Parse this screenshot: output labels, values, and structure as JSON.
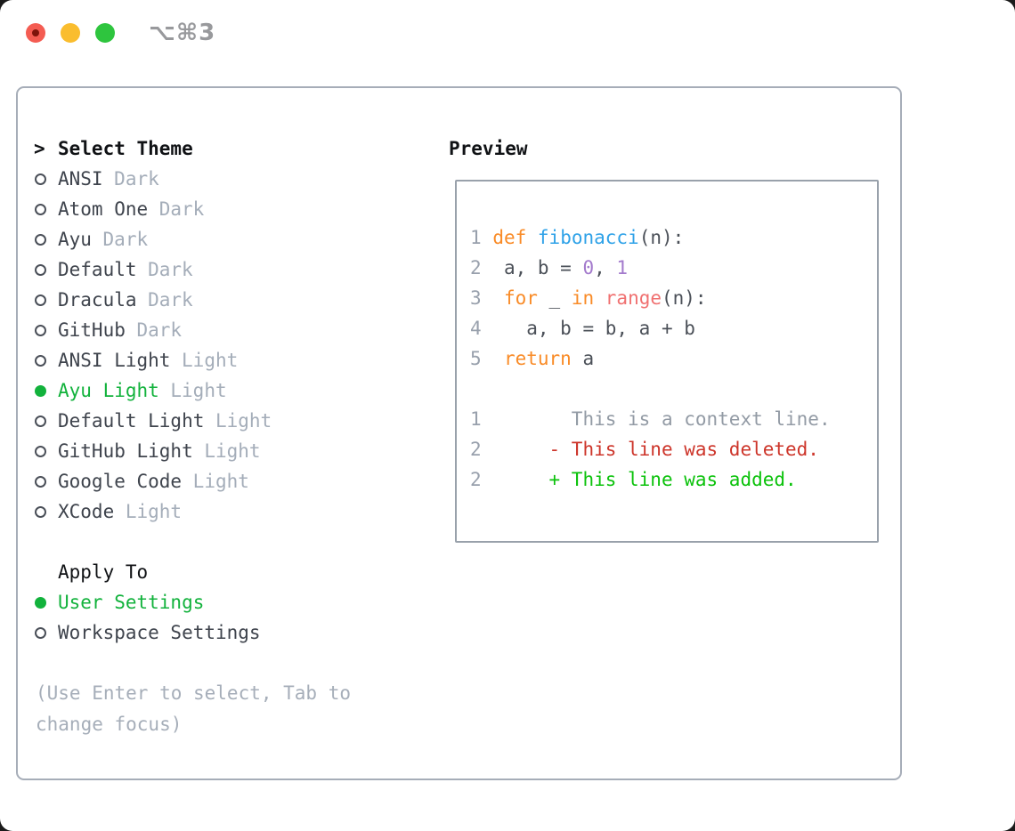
{
  "titlebar": {
    "shortcut": "⌥⌘3",
    "buttons": [
      "close",
      "minimize",
      "zoom"
    ]
  },
  "left_column": {
    "rows": [
      {
        "type": "title",
        "prefix": ">",
        "text": "Select Theme"
      },
      {
        "type": "theme",
        "name": "ANSI",
        "tag": "Dark",
        "selected": false
      },
      {
        "type": "theme",
        "name": "Atom One",
        "tag": "Dark",
        "selected": false
      },
      {
        "type": "theme",
        "name": "Ayu",
        "tag": "Dark",
        "selected": false
      },
      {
        "type": "theme",
        "name": "Default",
        "tag": "Dark",
        "selected": false
      },
      {
        "type": "theme",
        "name": "Dracula",
        "tag": "Dark",
        "selected": false
      },
      {
        "type": "theme",
        "name": "GitHub",
        "tag": "Dark",
        "selected": false
      },
      {
        "type": "theme",
        "name": "ANSI Light",
        "tag": "Light",
        "selected": false
      },
      {
        "type": "theme",
        "name": "Ayu Light",
        "tag": "Light",
        "selected": true
      },
      {
        "type": "theme",
        "name": "Default Light",
        "tag": "Light",
        "selected": false
      },
      {
        "type": "theme",
        "name": "GitHub Light",
        "tag": "Light",
        "selected": false
      },
      {
        "type": "theme",
        "name": "Google Code",
        "tag": "Light",
        "selected": false
      },
      {
        "type": "theme",
        "name": "XCode",
        "tag": "Light",
        "selected": false
      },
      {
        "type": "spacer"
      },
      {
        "type": "subtitle",
        "text": "Apply To"
      },
      {
        "type": "option",
        "name": "User Settings",
        "selected": true
      },
      {
        "type": "option",
        "name": "Workspace Settings",
        "selected": false
      }
    ],
    "hint": "(Use Enter to select, Tab to change focus)"
  },
  "preview": {
    "title": "Preview",
    "lines": [
      {
        "no": "1",
        "segs": [
          [
            " ",
            "d"
          ],
          [
            "def",
            "kw"
          ],
          [
            " ",
            "d"
          ],
          [
            "fibonacci",
            "fn"
          ],
          [
            "(n):",
            "d"
          ]
        ]
      },
      {
        "no": "2",
        "segs": [
          [
            "  a, b = ",
            "d"
          ],
          [
            "0",
            "num"
          ],
          [
            ", ",
            "d"
          ],
          [
            "1",
            "num"
          ]
        ]
      },
      {
        "no": "3",
        "segs": [
          [
            "  ",
            "d"
          ],
          [
            "for",
            "kw"
          ],
          [
            " _ ",
            "d"
          ],
          [
            "in",
            "kw"
          ],
          [
            " ",
            "d"
          ],
          [
            "range",
            "call"
          ],
          [
            "(n):",
            "d"
          ]
        ]
      },
      {
        "no": "4",
        "segs": [
          [
            "    a, b = b, a + b",
            "d"
          ]
        ]
      },
      {
        "no": "5",
        "segs": [
          [
            "  ",
            "d"
          ],
          [
            "return",
            "kw"
          ],
          [
            " a",
            "d"
          ]
        ]
      },
      {
        "no": "",
        "segs": []
      },
      {
        "no": "1",
        "segs": [
          [
            "        This is a context line.",
            "ctx"
          ]
        ]
      },
      {
        "no": "2",
        "segs": [
          [
            "      - This line was deleted.",
            "del"
          ]
        ]
      },
      {
        "no": "2",
        "segs": [
          [
            "      + This line was added.",
            "add"
          ]
        ]
      }
    ]
  },
  "colors": {
    "accent": "#12b23c",
    "add": "#0bc20b",
    "del": "#cd352a",
    "kw": "#f98b27",
    "fn": "#2fa2e8",
    "pnum": "#a37acc",
    "call": "#f07171",
    "ink": "#3f444d",
    "tag": "#a4adb9",
    "ln": "#98a0ac",
    "ctx": "#939ba5",
    "code": "#4b5058",
    "hint": "#a6aeb9",
    "circle": "#4a4f58",
    "black": "#101215",
    "panel-border": "#a6adb8",
    "box-border": "#99a1ab",
    "shortcut": "#98999c",
    "tl-red": "#f45c52",
    "tl-red-dot": "#7e140b",
    "tl-yellow": "#fabd2e",
    "tl-green": "#2ec53e"
  }
}
